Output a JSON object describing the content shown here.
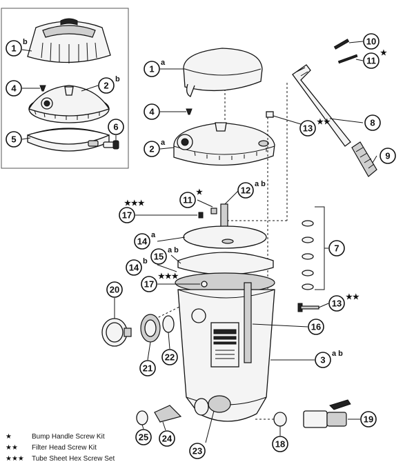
{
  "callouts": {
    "c1b": {
      "num": "1",
      "suffix": "b"
    },
    "c2b": {
      "num": "2",
      "suffix": "b"
    },
    "c4i": {
      "num": "4",
      "suffix": ""
    },
    "c5": {
      "num": "5",
      "suffix": ""
    },
    "c6": {
      "num": "6",
      "suffix": ""
    },
    "c1a": {
      "num": "1",
      "suffix": "a"
    },
    "c4": {
      "num": "4",
      "suffix": ""
    },
    "c2a": {
      "num": "2",
      "suffix": "a"
    },
    "c10": {
      "num": "10",
      "suffix": ""
    },
    "c11t": {
      "num": "11",
      "suffix": "★"
    },
    "c8": {
      "num": "8",
      "suffix": ""
    },
    "c13t": {
      "num": "13",
      "suffix": "★★"
    },
    "c9": {
      "num": "9",
      "suffix": ""
    },
    "c11": {
      "num": "11",
      "suffix": "★"
    },
    "c12": {
      "num": "12",
      "suffix": "a b"
    },
    "c17t": {
      "num": "17",
      "suffix": "★★★"
    },
    "c14a": {
      "num": "14",
      "suffix": "a"
    },
    "c15": {
      "num": "15",
      "suffix": "a b"
    },
    "c14b": {
      "num": "14",
      "suffix": "b"
    },
    "c7": {
      "num": "7",
      "suffix": ""
    },
    "c17b": {
      "num": "17",
      "suffix": "★★★"
    },
    "c20": {
      "num": "20",
      "suffix": ""
    },
    "c13b": {
      "num": "13",
      "suffix": "★★"
    },
    "c16": {
      "num": "16",
      "suffix": ""
    },
    "c3": {
      "num": "3",
      "suffix": "a b"
    },
    "c21": {
      "num": "21",
      "suffix": ""
    },
    "c22": {
      "num": "22",
      "suffix": ""
    },
    "c19": {
      "num": "19",
      "suffix": ""
    },
    "c25": {
      "num": "25",
      "suffix": ""
    },
    "c24": {
      "num": "24",
      "suffix": ""
    },
    "c23": {
      "num": "23",
      "suffix": ""
    },
    "c18": {
      "num": "18",
      "suffix": ""
    }
  },
  "legend": [
    {
      "stars": "★",
      "text": "Bump Handle Screw Kit"
    },
    {
      "stars": "★★",
      "text": "Filter Head Screw Kit"
    },
    {
      "stars": "★★★",
      "text": "Tube Sheet Hex Screw Set"
    }
  ]
}
